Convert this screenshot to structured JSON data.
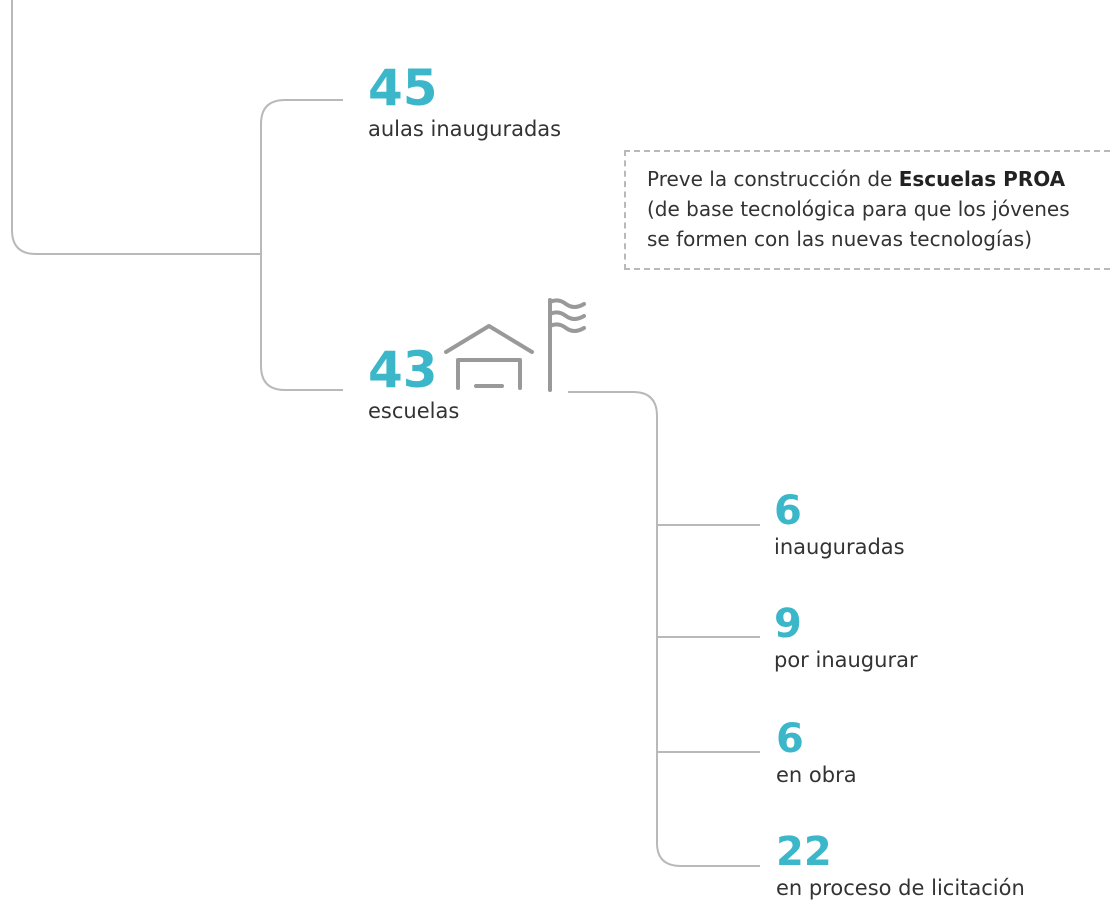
{
  "aulas": {
    "value": "45",
    "label": "aulas inauguradas"
  },
  "note": {
    "line1_prefix": "Preve la construcción de ",
    "line1_bold": "Escuelas PROA",
    "line2": "(de base tecnológica para que los jóvenes",
    "line3": "se formen con las nuevas tecnologías)"
  },
  "escuelas": {
    "value": "43",
    "label": "escuelas",
    "icons": [
      "school-building-icon",
      "flag-icon"
    ]
  },
  "breakdown": [
    {
      "value": "6",
      "label": "inauguradas"
    },
    {
      "value": "9",
      "label": "por inaugurar"
    },
    {
      "value": "6",
      "label": "en obra"
    },
    {
      "value": "22",
      "label": "en proceso de licitación"
    }
  ],
  "colors": {
    "accent": "#3bb7c9",
    "line": "#b9b9b9",
    "text": "#333333",
    "icon": "#999999"
  }
}
